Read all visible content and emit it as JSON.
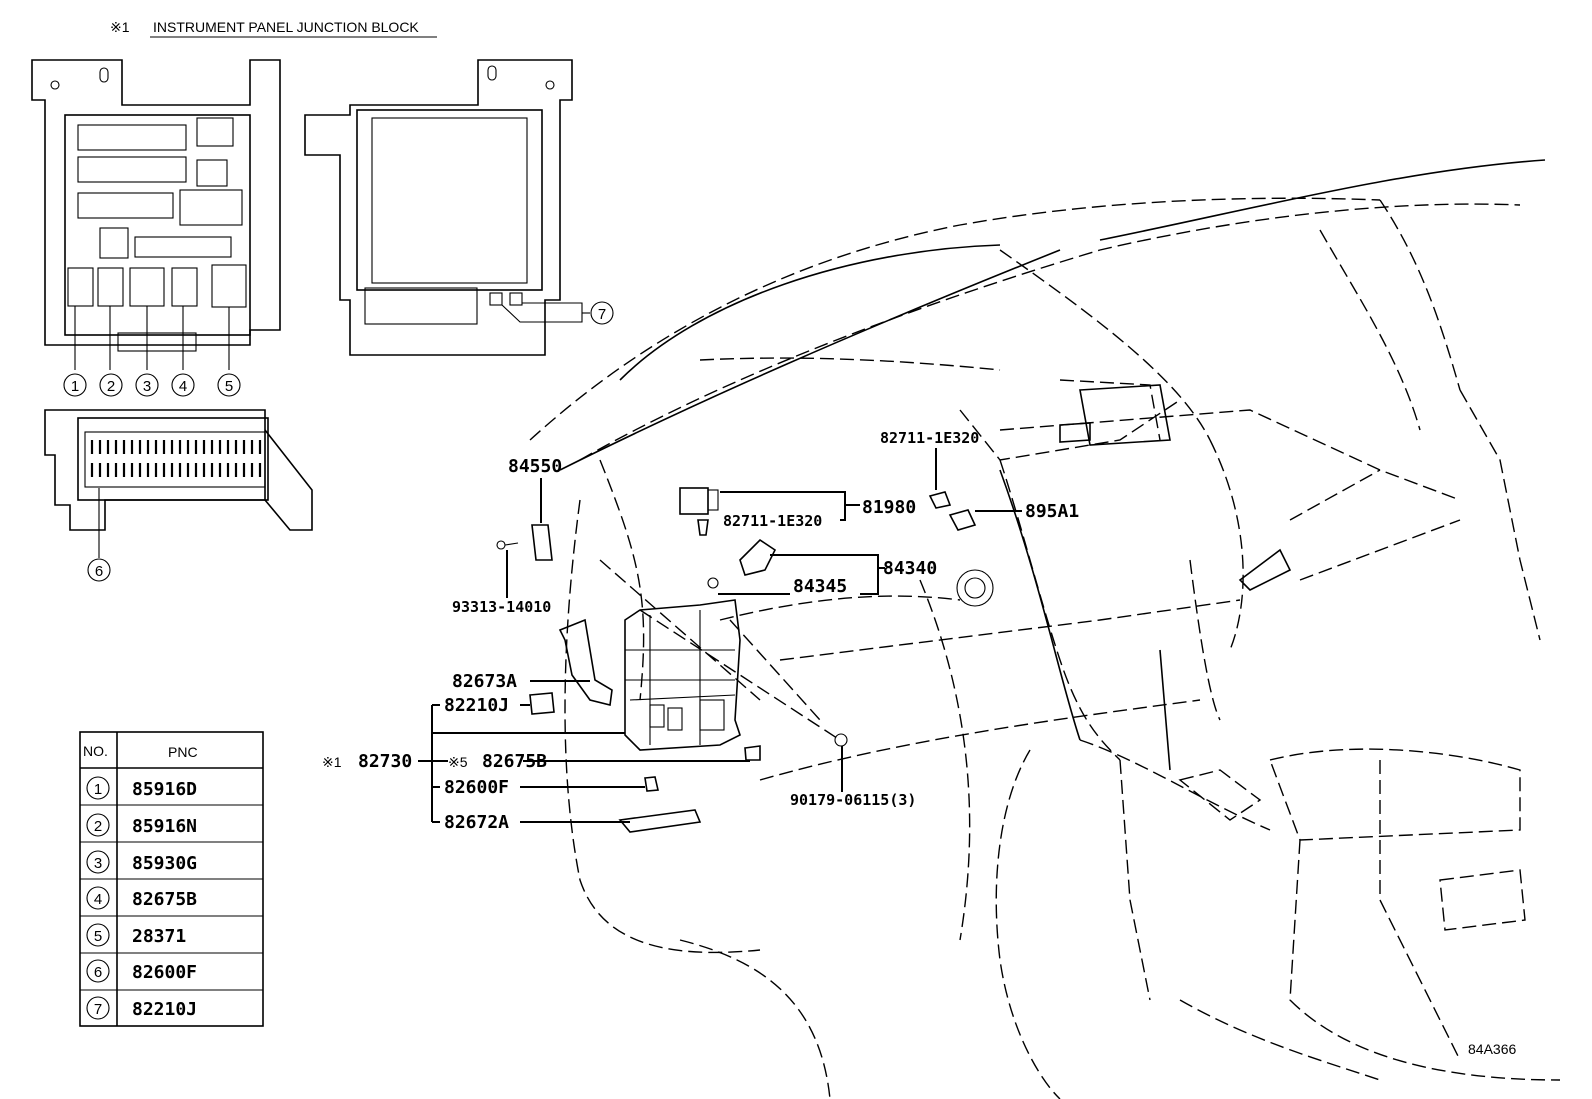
{
  "header": {
    "mark": "※1",
    "title": "INSTRUMENT PANEL JUNCTION BLOCK"
  },
  "callouts": [
    "1",
    "2",
    "3",
    "4",
    "5",
    "6",
    "7"
  ],
  "labels": {
    "p84550": "84550",
    "p93313": "93313-14010",
    "p82711a": "82711-1E320",
    "p82711b": "82711-1E320",
    "p81980": "81980",
    "p895A1": "895A1",
    "p84340": "84340",
    "p84345": "84345",
    "p82673A": "82673A",
    "p82210J": "82210J",
    "p82730_mark": "※1",
    "p82730": "82730",
    "p82675B_mark": "※5",
    "p82675B": "82675B",
    "p82600F": "82600F",
    "p82672A": "82672A",
    "p90179": "90179-06115(3)"
  },
  "table": {
    "headers": [
      "NO.",
      "PNC"
    ],
    "rows": [
      {
        "no": "1",
        "pnc": "85916D"
      },
      {
        "no": "2",
        "pnc": "85916N"
      },
      {
        "no": "3",
        "pnc": "85930G"
      },
      {
        "no": "4",
        "pnc": "82675B"
      },
      {
        "no": "5",
        "pnc": "28371"
      },
      {
        "no": "6",
        "pnc": "82600F"
      },
      {
        "no": "7",
        "pnc": "82210J"
      }
    ]
  },
  "figure_id": "84A366"
}
